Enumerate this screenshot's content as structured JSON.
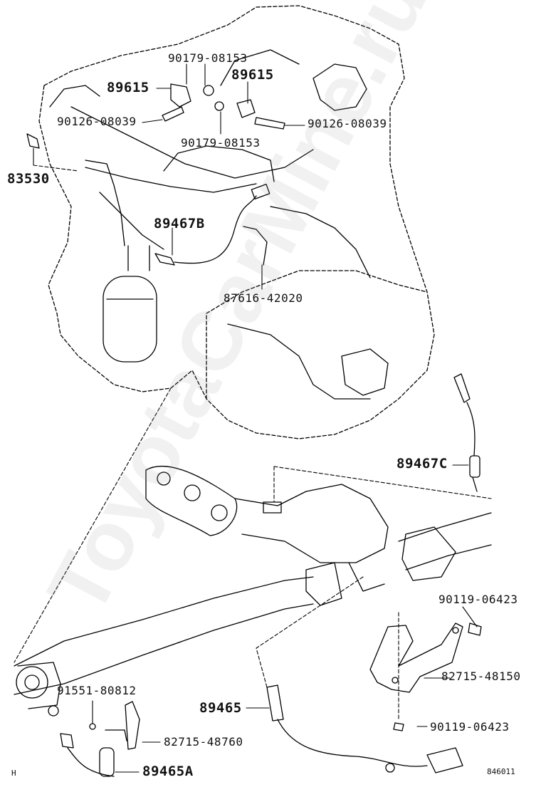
{
  "watermark": "ToyotaCarMine.ru",
  "labels": {
    "p90179_top": "90179-08153",
    "p89615_left": "89615",
    "p89615_right": "89615",
    "p90126_left": "90126-08039",
    "p90126_right": "90126-08039",
    "p90179_bottom": "90179-08153",
    "p83530": "83530",
    "p89467B": "89467B",
    "p87616": "87616-42020",
    "p89467C": "89467C",
    "p90119_top": "90119-06423",
    "p82715_48150": "82715-48150",
    "p89465": "89465",
    "p90119_bottom": "90119-06423",
    "p91551": "91551-80812",
    "p82715_48760": "82715-48760",
    "p89465A": "89465A",
    "corner_left": "H",
    "corner_right": "846011"
  }
}
